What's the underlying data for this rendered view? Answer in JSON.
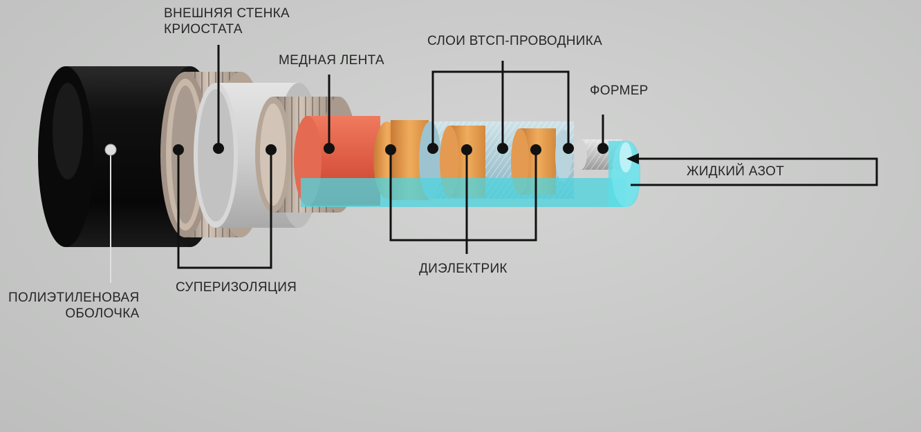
{
  "labels": {
    "outer_wall": [
      "ВНЕШНЯЯ СТЕНКА",
      "КРИОСТАТА"
    ],
    "copper_tape": "МЕДНАЯ ЛЕНТА",
    "hts_layers": "СЛОИ ВТСП-ПРОВОДНИКА",
    "former": "ФОРМЕР",
    "liquid_nitrogen": "ЖИДКИЙ АЗОТ",
    "dielectric": "ДИЭЛЕКТРИК",
    "superinsulation": "СУПЕРИЗОЛЯЦИЯ",
    "polyethylene_sheath": [
      "ПОЛИЭТИЛЕНОВАЯ",
      "ОБОЛОЧКА"
    ]
  },
  "colors": {
    "background": "#c8c9c8",
    "sheath": "#111111",
    "cryostat_wall": "#b9a89a",
    "superinsulation": "#d0d0d0",
    "copper": "#e0604a",
    "dielectric": "#e89a4a",
    "hts_tape": "#9ec3d0",
    "nitrogen": "#55d6e0",
    "leader_lines": "#111111"
  }
}
